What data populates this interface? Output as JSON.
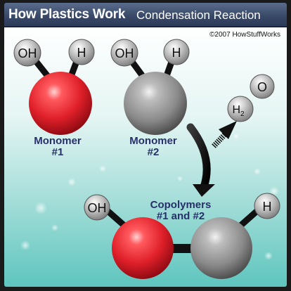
{
  "header": {
    "title": "How Plastics Work",
    "subtitle": "Condensation Reaction"
  },
  "copyright": "©2007 HowStuffWorks",
  "colors": {
    "header_bg": "#3a4a69",
    "background_top": "#ffffff",
    "background_bottom": "#5ec5be",
    "red_atom": "#e0202a",
    "gray_atom": "#8a8a8a",
    "label_text": "#27306b"
  },
  "atoms": {
    "oh": "OH",
    "h": "H",
    "o": "O",
    "h2_base": "H",
    "h2_sub": "2"
  },
  "labels": {
    "monomer1_line1": "Monomer",
    "monomer1_line2": "#1",
    "monomer2_line1": "Monomer",
    "monomer2_line2": "#2",
    "copolymers_line1": "Copolymers",
    "copolymers_line2": "#1 and #2"
  }
}
